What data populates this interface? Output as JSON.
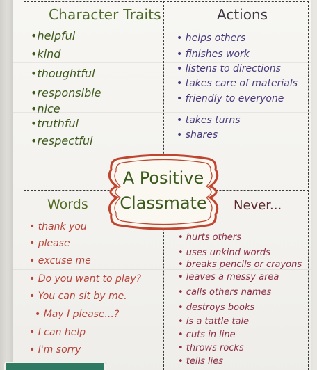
{
  "chart": {
    "sections": {
      "character_traits": {
        "title": "Character Traits",
        "items": [
          "•helpful",
          "•kind",
          "•thoughtful",
          "•responsible",
          "•nice",
          "•truthful",
          "•respectful"
        ]
      },
      "actions": {
        "title": "Actions",
        "items": [
          "• helps others",
          "• finishes work",
          "• listens to directions",
          "• takes care of materials",
          "• friendly to everyone",
          "• takes turns",
          "• shares"
        ]
      },
      "words": {
        "title": "Words",
        "items": [
          "• thank you",
          "• please",
          "• excuse me",
          "• Do you want to play?",
          "• You can sit by me.",
          "• May I please...?",
          "• I can help",
          "• I'm sorry"
        ]
      },
      "never": {
        "title": "Never...",
        "items": [
          "• hurts others",
          "• uses unkind words",
          "• breaks pencils or crayons",
          "• leaves a messy area",
          "• calls others names",
          "• destroys books",
          "• is a tattle tale",
          "• cuts in line",
          "• throws rocks",
          "• tells lies"
        ]
      }
    },
    "center_banner": {
      "line1": "A Positive",
      "line2": "Classmate"
    },
    "banner_border_color": "#c0442e",
    "divider_color": "#3a3a3a"
  }
}
